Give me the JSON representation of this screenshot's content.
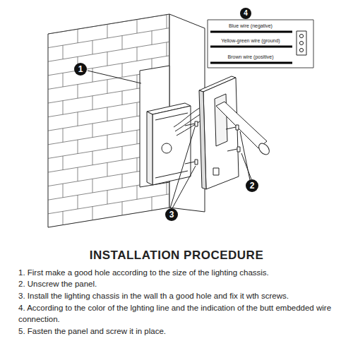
{
  "diagram": {
    "title": "INSTALLATION PROCEDURE",
    "labels": [
      "4",
      "Blue wire (negative)",
      "Yellow-green wire (ground)",
      "Brown wire (positive)",
      "1",
      "2",
      "3",
      "1. First make a good hole according to the size of the lighting chassis.",
      "2. Unscrew the panel.",
      "3. Install the lighting chassis in the wall th a good hole and fix it wth screws.",
      "4. According to the color of the lghting line and the indication of the butt embedded wire connection.",
      "5. Fasten the panel and screw it in place."
    ]
  }
}
